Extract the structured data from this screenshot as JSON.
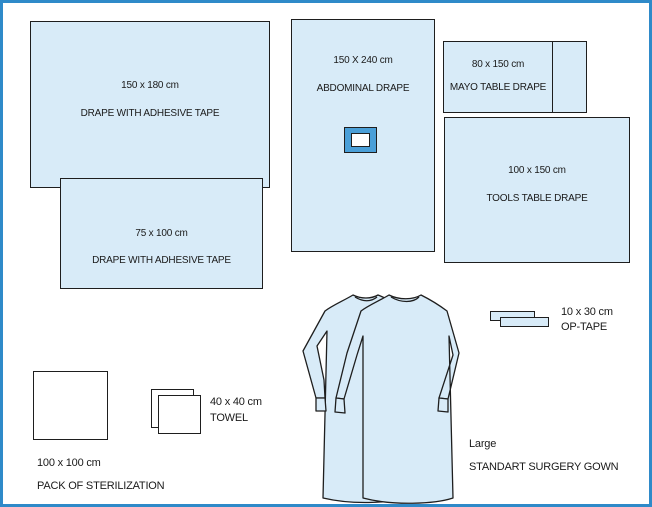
{
  "drape_large": {
    "size": "150 x 180 cm",
    "name": "DRAPE WITH ADHESIVE TAPE"
  },
  "drape_small": {
    "size": "75 x 100 cm",
    "name": "DRAPE WITH ADHESIVE TAPE"
  },
  "abdominal_drape": {
    "size": "150 X 240 cm",
    "name": "ABDOMINAL DRAPE"
  },
  "mayo_table_drape": {
    "size": "80 x 150 cm",
    "name": "MAYO TABLE DRAPE"
  },
  "tools_table_drape": {
    "size": "100 x 150 cm",
    "name": "TOOLS TABLE DRAPE"
  },
  "op_tape": {
    "size": "10 x 30 cm",
    "name": "OP-TAPE"
  },
  "towel": {
    "size": "40 x 40 cm",
    "name": "TOWEL"
  },
  "sterilization_pack": {
    "size": "100 x 100 cm",
    "name": "PACK OF STERILIZATION"
  },
  "surgery_gown": {
    "size": "Large",
    "name": "STANDART SURGERY GOWN"
  },
  "colors": {
    "frame": "#2f8ac9",
    "fill": "#d8ebf8",
    "outline": "#1e1e1e",
    "window": "#4a9fd8"
  }
}
